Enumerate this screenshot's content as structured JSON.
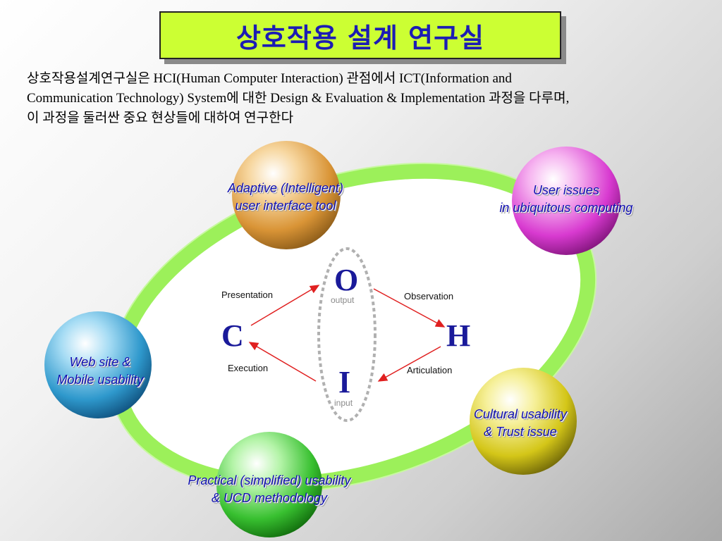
{
  "title": "상호작용 설계 연구실",
  "intro": {
    "line1": "상호작용설계연구실은 HCI(Human Computer Interaction) 관점에서 ICT(Information and",
    "line2": "Communication Technology) System에 대한 Design & Evaluation & Implementation 과정을 다루며,",
    "line3": "이 과정을 둘러싼 중요 현상들에 대하여 연구한다"
  },
  "spheres": [
    {
      "id": "adaptive",
      "lines": [
        "Adaptive (Intelligent)",
        "user interface tool"
      ],
      "color": "#e0a24a"
    },
    {
      "id": "user_issues",
      "lines": [
        "User issues",
        "in ubiquitous computing"
      ],
      "color": "#e040d8"
    },
    {
      "id": "web_site",
      "lines": [
        "Web site &",
        "Mobile usability"
      ],
      "color": "#3aa8d8"
    },
    {
      "id": "cultural",
      "lines": [
        "Cultural usability",
        "& Trust issue"
      ],
      "color": "#d8cc1a"
    },
    {
      "id": "practical",
      "lines": [
        "Practical (simplified) usability",
        "& UCD methodology"
      ],
      "color": "#3ec83a"
    }
  ],
  "cycle": {
    "output_letter": "O",
    "output_word": "output",
    "input_letter": "I",
    "input_word": "input",
    "computer_letter": "C",
    "human_letter": "H",
    "presentation": "Presentation",
    "observation": "Observation",
    "execution": "Execution",
    "articulation": "Articulation"
  },
  "colors": {
    "title_bg": "#ccff33",
    "title_text": "#1c1cb4",
    "ring": "#9cf05a",
    "arrow": "#e02020",
    "label_text": "#1010b0"
  }
}
